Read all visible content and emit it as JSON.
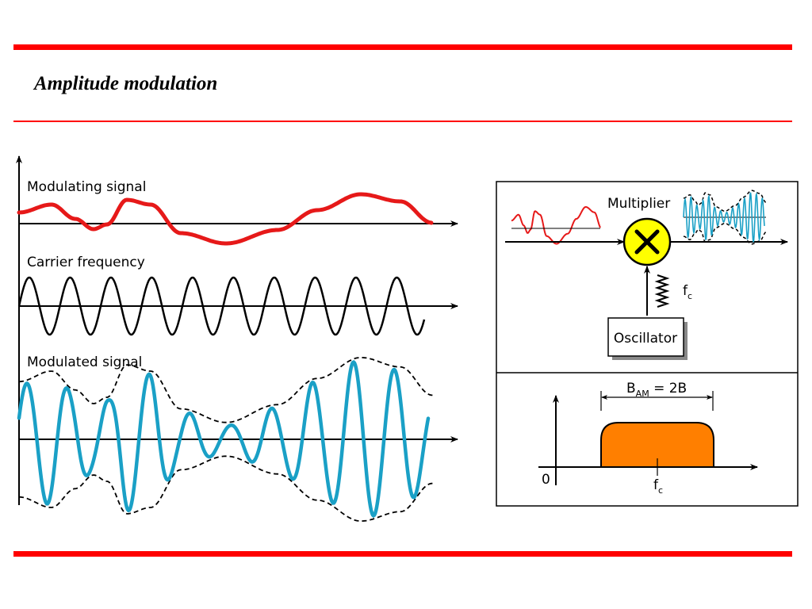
{
  "slide": {
    "title": "Amplitude modulation"
  },
  "left_panel": {
    "modulating_label": "Modulating signal",
    "carrier_label": "Carrier frequency",
    "modulated_label": "Modulated signal"
  },
  "block_diagram": {
    "multiplier_label": "Multiplier",
    "oscillator_label": "Oscillator",
    "fc_main": "f",
    "fc_sub": "c"
  },
  "spectrum": {
    "bandwidth_main": "B",
    "bandwidth_sub": "AM",
    "bandwidth_rest": " = 2B",
    "zero_label": "0",
    "fc_main": "f",
    "fc_sub": "c"
  },
  "colors": {
    "accent_red": "#ff0000",
    "modulated_blue": "#1aa0c6",
    "multiplier_yellow": "#ffff00",
    "band_orange": "#ff7f00"
  }
}
